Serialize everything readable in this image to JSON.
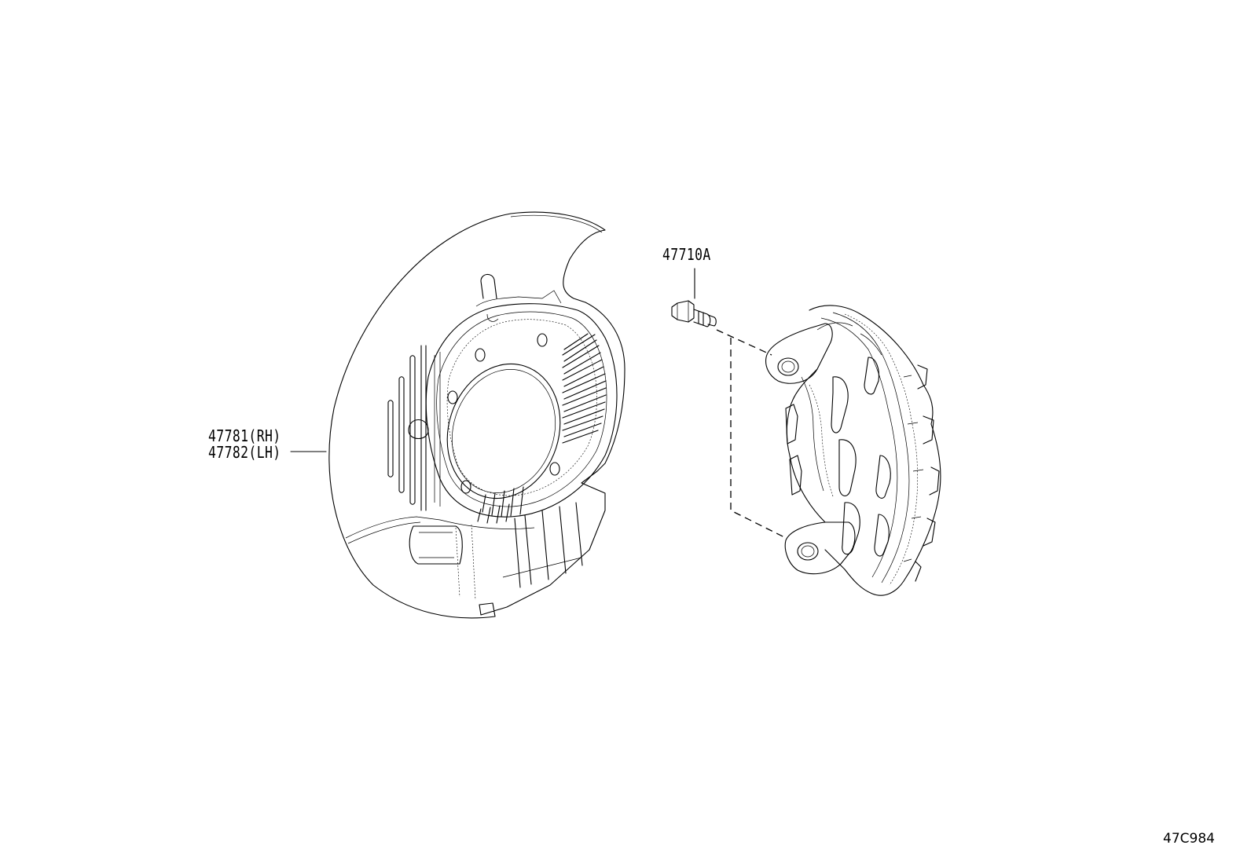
{
  "labels": {
    "dust_cover_rh": "47781(RH)",
    "dust_cover_lh": "47782(LH)",
    "caliper_bolt": "47710A"
  },
  "illustration_code": "47C984"
}
